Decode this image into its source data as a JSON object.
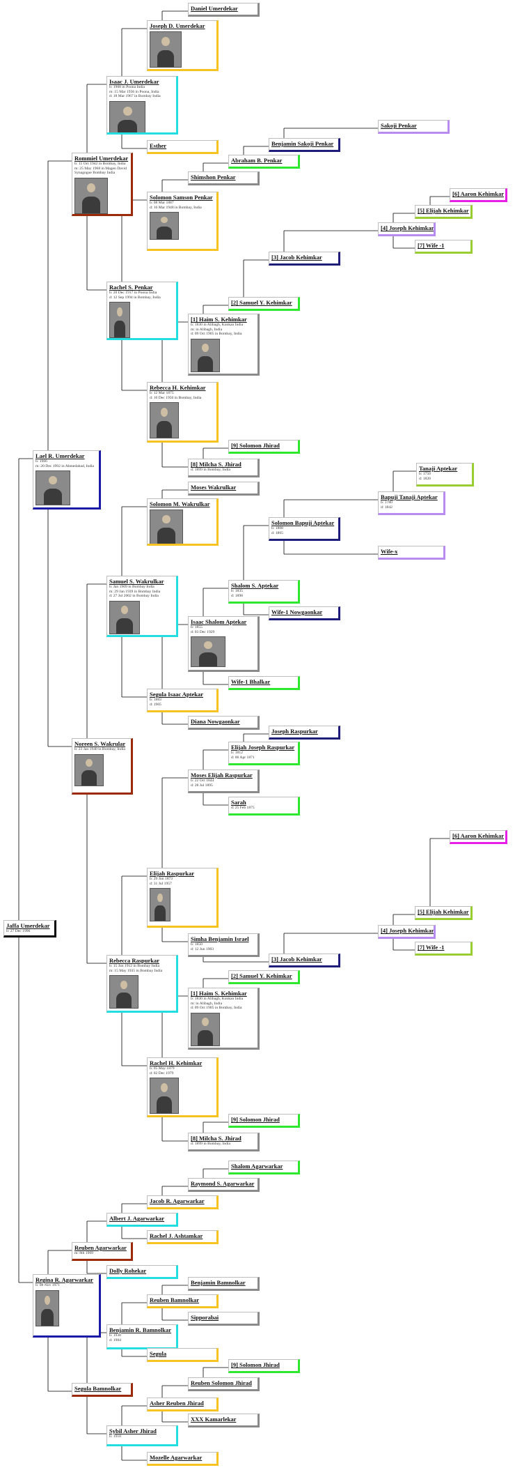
{
  "tree_title": "",
  "people": [
    {
      "id": "p1",
      "name": "Daniel Umerdekar",
      "details": []
    },
    {
      "id": "p2",
      "name": "Joseph D. Umerdekar",
      "details": [],
      "photo": "photo-portrait"
    },
    {
      "id": "p3",
      "name": "Isaac J. Umerdekar",
      "details": [
        "b: 1908 in Poona India",
        "m: 15 Mar 1936 in Poona, India",
        "d: 18 Mar 1967 in Bombay India"
      ],
      "photo": "photo-portrait"
    },
    {
      "id": "p4",
      "name": "Esther",
      "details": []
    },
    {
      "id": "p5",
      "name": "Sakoji Penkar",
      "details": []
    },
    {
      "id": "p6",
      "name": "Benjamin Sakoji Penkar",
      "details": []
    },
    {
      "id": "p7",
      "name": "Abraham B. Penkar",
      "details": []
    },
    {
      "id": "p8",
      "name": "Shimshon Penkar",
      "details": []
    },
    {
      "id": "p9",
      "name": "Rommiel Umerdekar",
      "details": [
        "b: 15 Oct 1942 in Bombay, India",
        "m: 25 May 1968 in Magen David",
        "Synagogue Bombay India"
      ],
      "photo": "photo-portrait"
    },
    {
      "id": "p10",
      "name": "Solomon Samson Penkar",
      "details": [
        "b: 08 Mar 1887",
        "d: 16 Mar 1948 in Bombay, India"
      ],
      "photo": "photo-portrait"
    },
    {
      "id": "p11",
      "name": "[6] Aaron Kehimkar",
      "details": []
    },
    {
      "id": "p12",
      "name": "[5] Elijah Kehimkar",
      "details": []
    },
    {
      "id": "p13",
      "name": "[4] Joseph Kehimkar",
      "details": []
    },
    {
      "id": "p14",
      "name": "[7] Wife -1",
      "details": []
    },
    {
      "id": "p15",
      "name": "[3] Jacob Kehimkar",
      "details": []
    },
    {
      "id": "p16",
      "name": "[2] Samuel Y. Kehimkar",
      "details": []
    },
    {
      "id": "p17",
      "name": "Rachel S. Penkar",
      "details": [
        "b: 20 Dec 1917 in Poona India",
        "d: 12 Sep 1994 in Bombay, India"
      ],
      "photo": "photo-portrait"
    },
    {
      "id": "p18",
      "name": "[1] Haim S. Kehimkar",
      "details": [
        "b: 1830 in Alibagh, Konkan India",
        "m: in Alibagh, India",
        "d: 09 Oct 1905 in Bombay, India"
      ],
      "photo": "photo-portrait"
    },
    {
      "id": "p19",
      "name": "Rebecca H. Kehimkar",
      "details": [
        "b: 12 Mar 1875",
        "d: 10 Dec 1950 in Bombay, India"
      ],
      "photo": "photo-portrait"
    },
    {
      "id": "p20",
      "name": "[9] Solomon Jhirad",
      "details": []
    },
    {
      "id": "p21",
      "name": "[8] Milcha S. Jhirad",
      "details": [
        "d: 1899 in Bombay, India"
      ]
    },
    {
      "id": "p22",
      "name": "Lael R. Umerdekar",
      "details": [
        "b: 1966",
        "m: 20 Dec 1992 in Ahmedabad, India"
      ],
      "photo": "photo-portrait"
    },
    {
      "id": "p23",
      "name": "Moses Wakrulkar",
      "details": []
    },
    {
      "id": "p24",
      "name": "Tanaji Aptekar",
      "details": [
        "b: 1750",
        "d: 1820"
      ]
    },
    {
      "id": "p25",
      "name": "Solomon M. Wakrulkar",
      "details": [],
      "photo": "photo-portrait"
    },
    {
      "id": "p26",
      "name": "Bapuji Tanaji Aptekar",
      "details": [
        "b: 1780",
        "d: 1842"
      ]
    },
    {
      "id": "p27",
      "name": "Solomon Bapuji Aptekar",
      "details": [
        "b: 1808",
        "d: 1865"
      ]
    },
    {
      "id": "p28",
      "name": "Wife-x",
      "details": []
    },
    {
      "id": "p29",
      "name": "Samuel S. Wakrulkar",
      "details": [
        "b: Jan 1909 in Bombay India",
        "m: 29 Jan 1939 in Bombay India",
        "d: 27 Jul 2002 in Bombay India"
      ],
      "photo": "photo-portrait"
    },
    {
      "id": "p30",
      "name": "Shalom S. Aptekar",
      "details": [
        "b: 1835",
        "d: 1898"
      ]
    },
    {
      "id": "p31",
      "name": "Wife-1 Nowgaonkar",
      "details": []
    },
    {
      "id": "p32",
      "name": "Isaac Shalom Aptekar",
      "details": [
        "b: 1855",
        "d: 03 Dec 1929"
      ],
      "photo": "photo-portrait"
    },
    {
      "id": "p33",
      "name": "Wife-1 Bhalkar",
      "details": []
    },
    {
      "id": "p34",
      "name": "Segula Isaac Aptekar",
      "details": [
        "b: 1883",
        "d: 1905"
      ]
    },
    {
      "id": "p35",
      "name": "Diana Nowgaonkar",
      "details": []
    },
    {
      "id": "p36",
      "name": "Noreen S. Wakrular",
      "details": [
        "b: 23 Jan 1940 in Bombay, India"
      ],
      "photo": "photo-portrait"
    },
    {
      "id": "p37",
      "name": "Joseph Raspurkar",
      "details": []
    },
    {
      "id": "p38",
      "name": "Elijah Joseph Raspurkar",
      "details": [
        "b: 1812",
        "d: 06 Apr 1871"
      ]
    },
    {
      "id": "p39",
      "name": "Moses Elijah Raspurkar",
      "details": [
        "b: 22 Oct 1844",
        "d: 28 Jul 1895"
      ]
    },
    {
      "id": "p40",
      "name": "Sarah",
      "details": [
        "d: 25 Feb 1875"
      ]
    },
    {
      "id": "p41",
      "name": "[6] Aaron Kehimkar",
      "details": []
    },
    {
      "id": "p42",
      "name": "Elijah Raspurkar",
      "details": [
        "b: 29 Jun 1873",
        "d: 31 Jul 1957"
      ],
      "photo": "photo-portrait"
    },
    {
      "id": "p43",
      "name": "[5] Elijah Kehimkar",
      "details": []
    },
    {
      "id": "p44",
      "name": "Jaffa Umerdekar",
      "details": [
        "b: 27 Dec 1996"
      ]
    },
    {
      "id": "p45",
      "name": "Simha Benjamin Israel",
      "details": [
        "b: 1850",
        "d: 12 Jun 1903"
      ]
    },
    {
      "id": "p46",
      "name": "[4] Joseph Kehimkar",
      "details": []
    },
    {
      "id": "p47",
      "name": "[7] Wife -1",
      "details": []
    },
    {
      "id": "p48",
      "name": "[3] Jacob Kehimkar",
      "details": []
    },
    {
      "id": "p49",
      "name": "Rebecca Raspurkar",
      "details": [
        "b: 15 Jun 1912 in Bombay India",
        "m: 15 May 1935 in Bombay India"
      ],
      "photo": "photo-portrait"
    },
    {
      "id": "p50",
      "name": "[2] Samuel Y. Kehimkar",
      "details": []
    },
    {
      "id": "p51",
      "name": "[1] Haim S. Kehimkar",
      "details": [
        "b: 1830 in Alibagh, Konkan India",
        "m: in Alibagh, India",
        "d: 09 Oct 1905 in Bombay, India"
      ],
      "photo": "photo-portrait"
    },
    {
      "id": "p52",
      "name": "Rachel H. Kehimkar",
      "details": [
        "b: 05 May 1879",
        "d: 02 Dec 1979"
      ],
      "photo": "photo-portrait"
    },
    {
      "id": "p53",
      "name": "[9] Solomon Jhirad",
      "details": []
    },
    {
      "id": "p54",
      "name": "[8] Milcha S. Jhirad",
      "details": [
        "d: 1899 in Bombay, India"
      ]
    },
    {
      "id": "p55",
      "name": "Shalom Agarwarkar",
      "details": []
    },
    {
      "id": "p56",
      "name": "Raymond S. Agarwarkar",
      "details": []
    },
    {
      "id": "p57",
      "name": "Jacob R. Agarwarkar",
      "details": []
    },
    {
      "id": "p58",
      "name": "Albert J. Agarwarkar",
      "details": []
    },
    {
      "id": "p59",
      "name": "Rachel J. Ashtamkar",
      "details": []
    },
    {
      "id": "p60",
      "name": "Reuben Agarwarkar",
      "details": [
        "m: 8th 1969"
      ]
    },
    {
      "id": "p61",
      "name": "Dolly Rohekar",
      "details": []
    },
    {
      "id": "p62",
      "name": "Regina R. Agarwarkar",
      "details": [
        "b: 08 Nov 1971"
      ],
      "photo": "photo-portrait"
    },
    {
      "id": "p63",
      "name": "Benjamin Bamnolkar",
      "details": []
    },
    {
      "id": "p64",
      "name": "Reuben Bamnolkar",
      "details": []
    },
    {
      "id": "p65",
      "name": "Sipporabai",
      "details": []
    },
    {
      "id": "p66",
      "name": "Benjamin R. Bamnolkar",
      "details": [
        "b: 1938",
        "d: 1984"
      ]
    },
    {
      "id": "p67",
      "name": "Segula",
      "details": []
    },
    {
      "id": "p68",
      "name": "[9] Solomon Jhirad",
      "details": []
    },
    {
      "id": "p69",
      "name": "Reuben Solomon Jhirad",
      "details": []
    },
    {
      "id": "p70",
      "name": "Segula Bamnolkar",
      "details": []
    },
    {
      "id": "p71",
      "name": "Asher Reuben Jhirad",
      "details": []
    },
    {
      "id": "p72",
      "name": "XXX Kamarlekar",
      "details": []
    },
    {
      "id": "p73",
      "name": "Sybil Asher Jhirad",
      "details": [
        "b: 1918"
      ]
    },
    {
      "id": "p74",
      "name": "Mozelle Agarwarkar",
      "details": []
    }
  ],
  "generation_colors": [
    "#000000",
    "#1a1aa6",
    "#9a2a0a",
    "#23dde0",
    "#f7c323",
    "#8a8a8a",
    "#2de82d",
    "#1e1e7a",
    "#b98af0",
    "#9acd32",
    "#e61ee6"
  ],
  "connector_color": "#000000",
  "icons": {
    "photo": "portrait-photo-icon"
  }
}
